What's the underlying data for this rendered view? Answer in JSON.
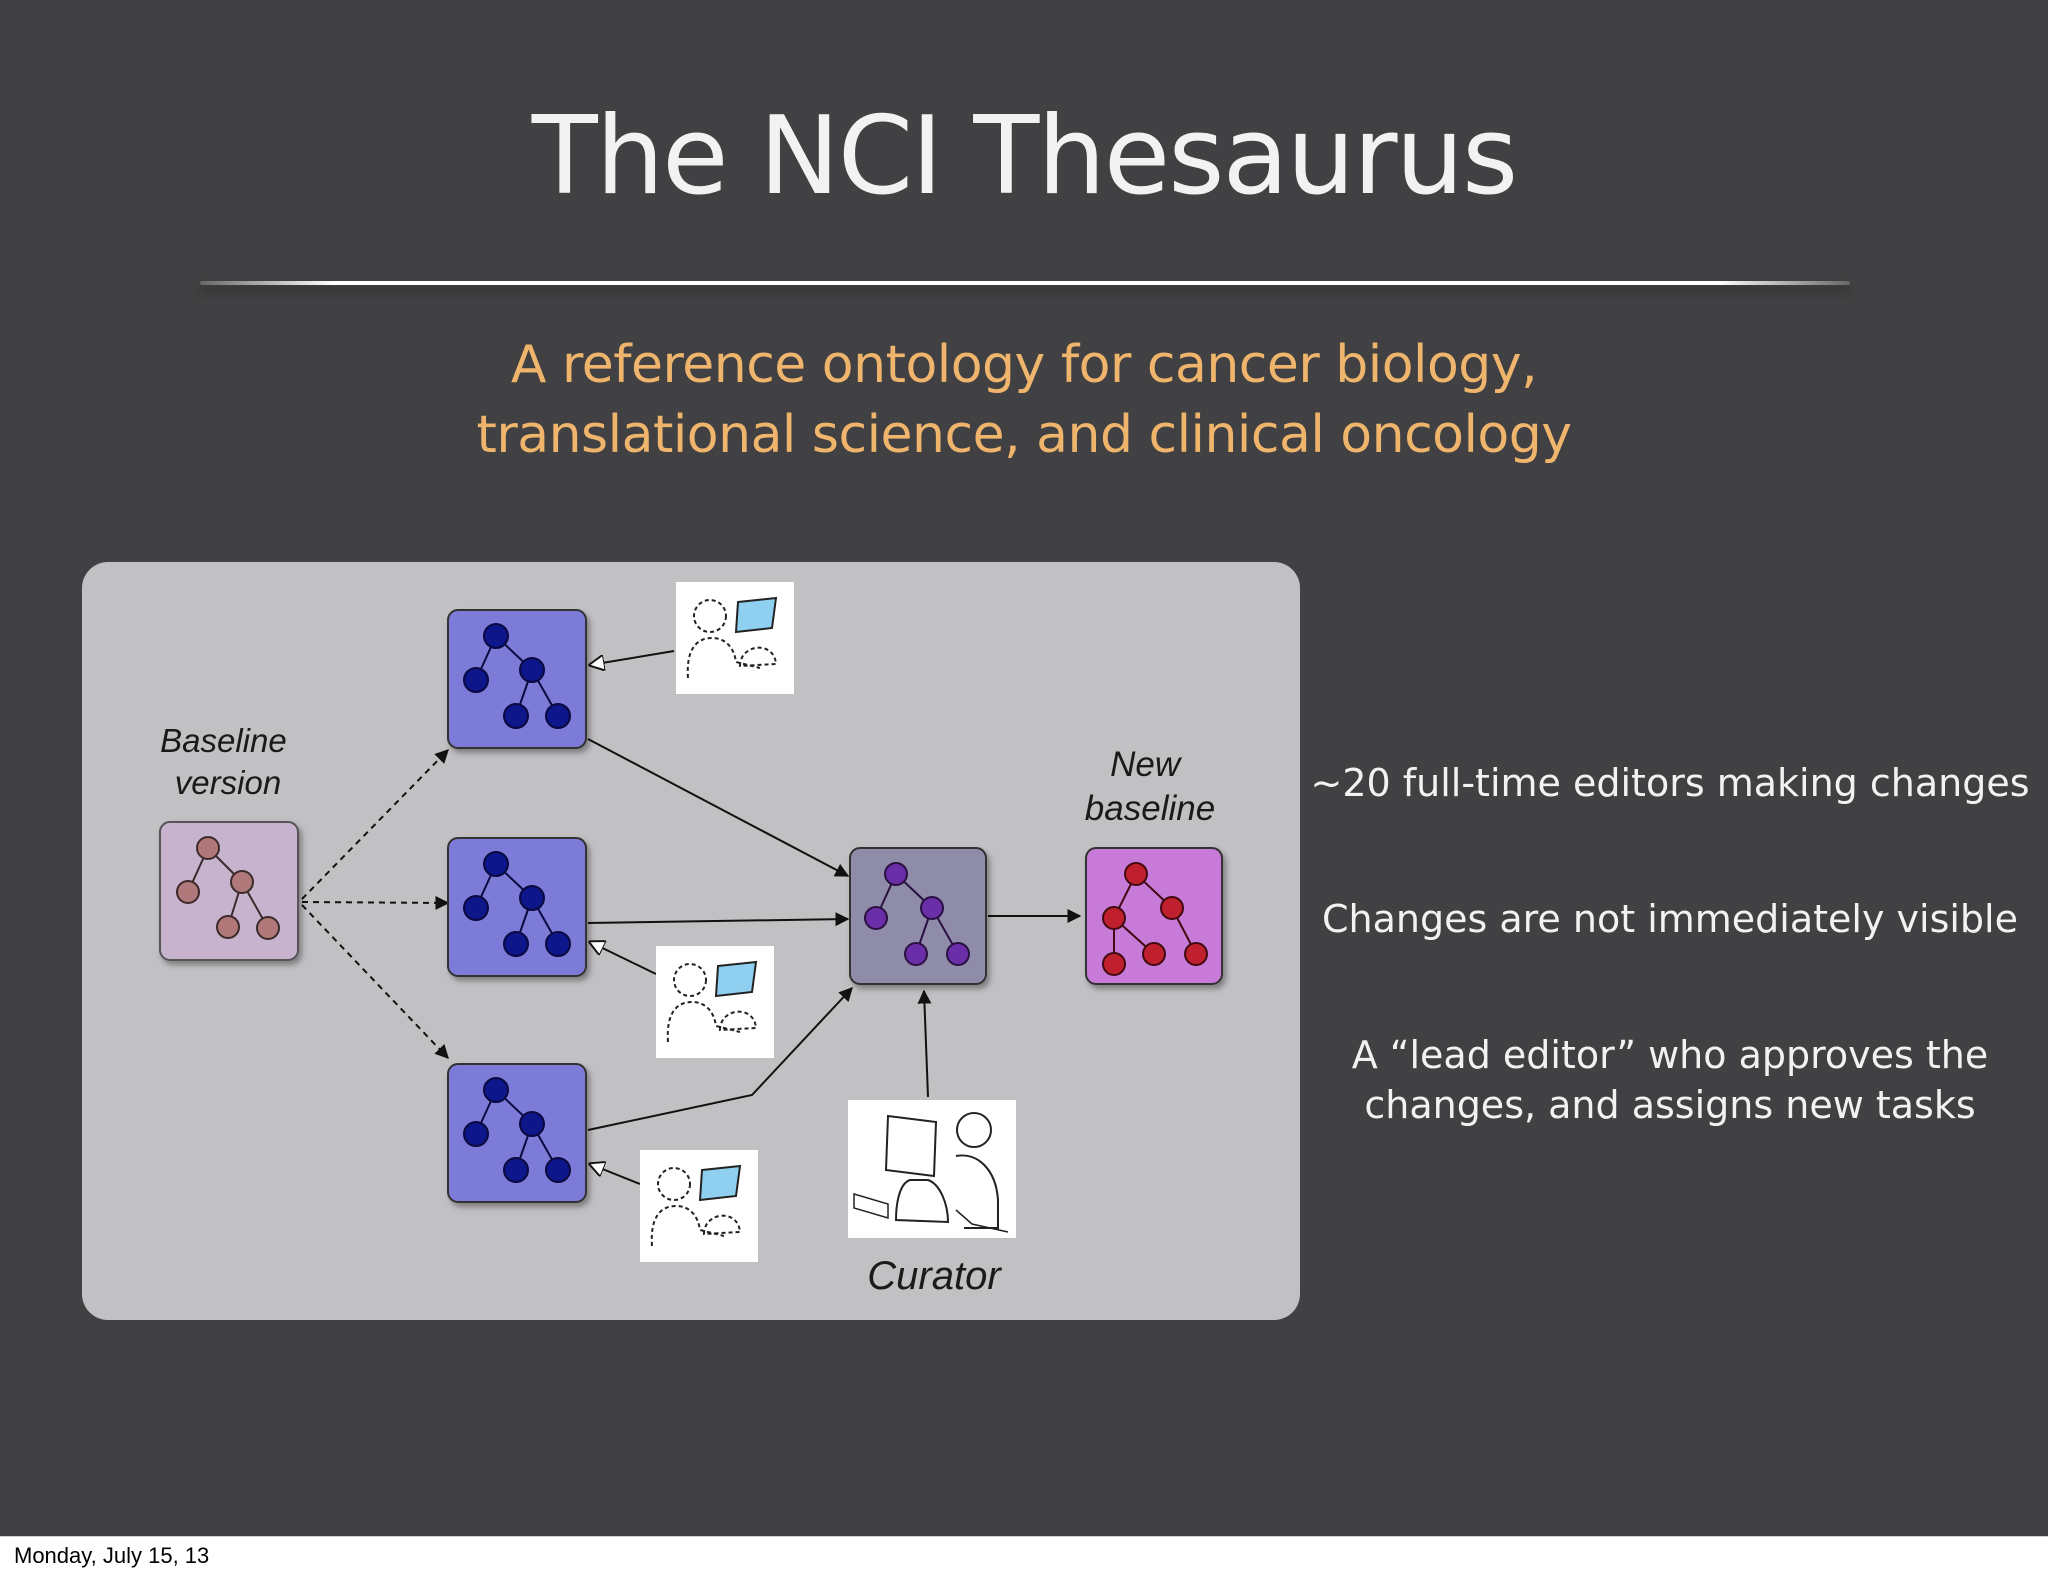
{
  "slide": {
    "title": "The NCI Thesaurus",
    "subtitle_lines": [
      "A reference ontology for cancer biology,",
      "translational science, and clinical oncology"
    ]
  },
  "diagram": {
    "labels": {
      "baseline": [
        "Baseline",
        "version"
      ],
      "new_baseline": [
        "New",
        "baseline"
      ],
      "curator": "Curator"
    },
    "colors": {
      "panel": "#c1c0c3",
      "baseline_box": "#c8b3cf",
      "baseline_node": "#b07878",
      "editor_box": "#7b7bd8",
      "editor_node": "#0d168a",
      "merge_box": "#8e8ca8",
      "merge_node": "#6a2fa8",
      "new_box": "#c77ad8",
      "new_node": "#c0202e",
      "screen": "#8fd0f0"
    },
    "icons": [
      "tree-icon",
      "editor-person-icon",
      "curator-person-icon"
    ]
  },
  "bullets": [
    [
      "~20 full-time editors making changes"
    ],
    [
      "Changes are not immediately visible"
    ],
    [
      "A “lead editor” who approves the",
      "changes, and assigns new tasks"
    ]
  ],
  "footer": {
    "date": "Monday, July 15, 13"
  }
}
